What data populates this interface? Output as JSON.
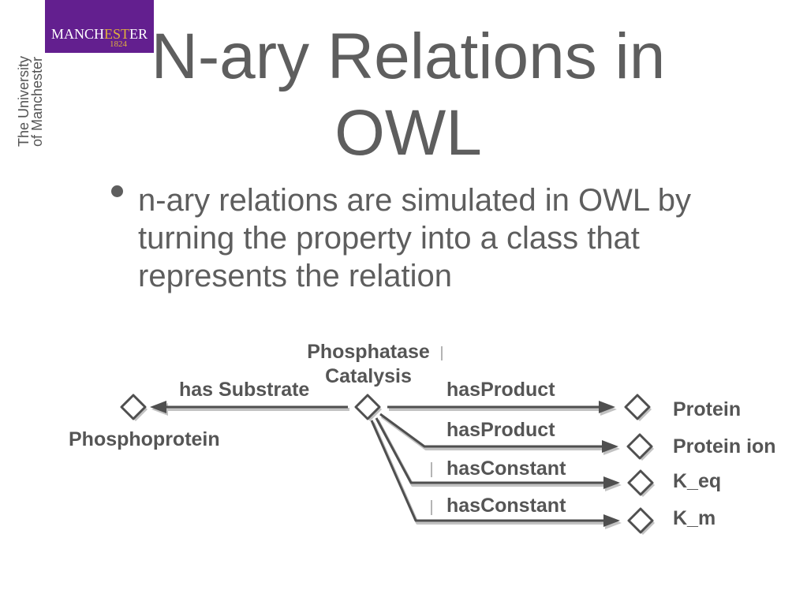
{
  "colors": {
    "background": "#ffffff",
    "text": "#5e5e5e",
    "diagram_text": "#555555",
    "diagram_line": "#4f4f4f",
    "diagram_shadow": "#c2c2c2",
    "logo_purple": "#631f8f",
    "logo_gold": "#e0b13b",
    "logo_text": "#ffffff"
  },
  "logo": {
    "wordmark": "MANCHESTER",
    "year": "1824",
    "lockup_lines": [
      "The University",
      "of Manchester"
    ]
  },
  "slide": {
    "title": "N-ary Relations in OWL",
    "bullets": [
      "n-ary relations are simulated in OWL by turning the property into a class that represents the relation"
    ]
  },
  "diagram": {
    "center_node": "Phosphatase Catalysis",
    "edges": [
      {
        "label": "has Substrate",
        "target": "Phosphoprotein"
      },
      {
        "label": "hasProduct",
        "target": "Protein"
      },
      {
        "label": "hasProduct",
        "target": "Protein ion"
      },
      {
        "label": "hasConstant",
        "target": "K_eq"
      },
      {
        "label": "hasConstant",
        "target": "K_m"
      }
    ]
  }
}
